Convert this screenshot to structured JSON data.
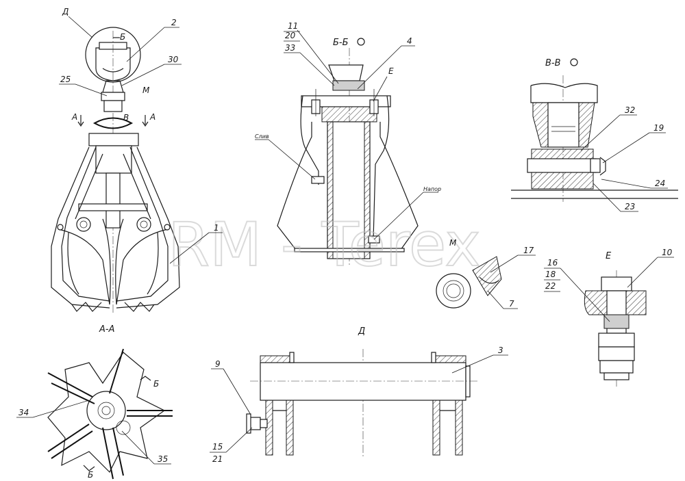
{
  "watermark": "RM - Terex",
  "sections": {
    "bb": "Б-Б",
    "vv": "В-В",
    "aa": "А-А",
    "d": "Д",
    "e": "Е"
  },
  "markers": {
    "d_circle": "Д",
    "b_top": "Б",
    "a_left": "А",
    "a_right": "А",
    "b_cut": "В",
    "m_main": "М",
    "e_bb": "Е",
    "m_detail": "М",
    "b_aa_top": "Б",
    "b_aa_bottom": "Б"
  },
  "annotations": {
    "sliv": "Слив",
    "napor": "Напор"
  },
  "callouts": {
    "c1": "1",
    "c2": "2",
    "c3": "3",
    "c4": "4",
    "c7": "7",
    "c9": "9",
    "c10": "10",
    "c11": "11",
    "c15": "15",
    "c16": "16",
    "c17": "17",
    "c18": "18",
    "c19": "19",
    "c20": "20",
    "c21": "21",
    "c22": "22",
    "c23": "23",
    "c24": "24",
    "c25": "25",
    "c30": "30",
    "c32": "32",
    "c33": "33",
    "c34": "34",
    "c35": "35"
  }
}
